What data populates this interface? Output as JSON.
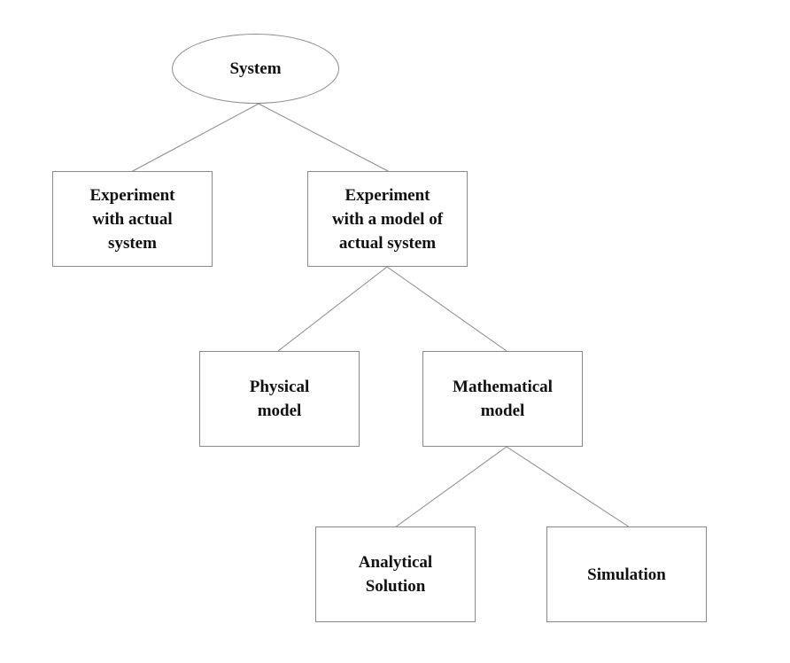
{
  "diagram": {
    "nodes": {
      "system": "System",
      "experiment_actual": "Experiment\nwith actual\nsystem",
      "experiment_model": "Experiment\nwith a model of\nactual system",
      "physical_model": "Physical\nmodel",
      "mathematical_model": "Mathematical\nmodel",
      "analytical_solution": "Analytical\nSolution",
      "simulation": "Simulation"
    },
    "edges": [
      [
        "system",
        "experiment_actual"
      ],
      [
        "system",
        "experiment_model"
      ],
      [
        "experiment_model",
        "physical_model"
      ],
      [
        "experiment_model",
        "mathematical_model"
      ],
      [
        "mathematical_model",
        "analytical_solution"
      ],
      [
        "mathematical_model",
        "simulation"
      ]
    ],
    "colors": {
      "line": "#8a8a8a",
      "text": "#111111",
      "background": "#ffffff"
    }
  }
}
